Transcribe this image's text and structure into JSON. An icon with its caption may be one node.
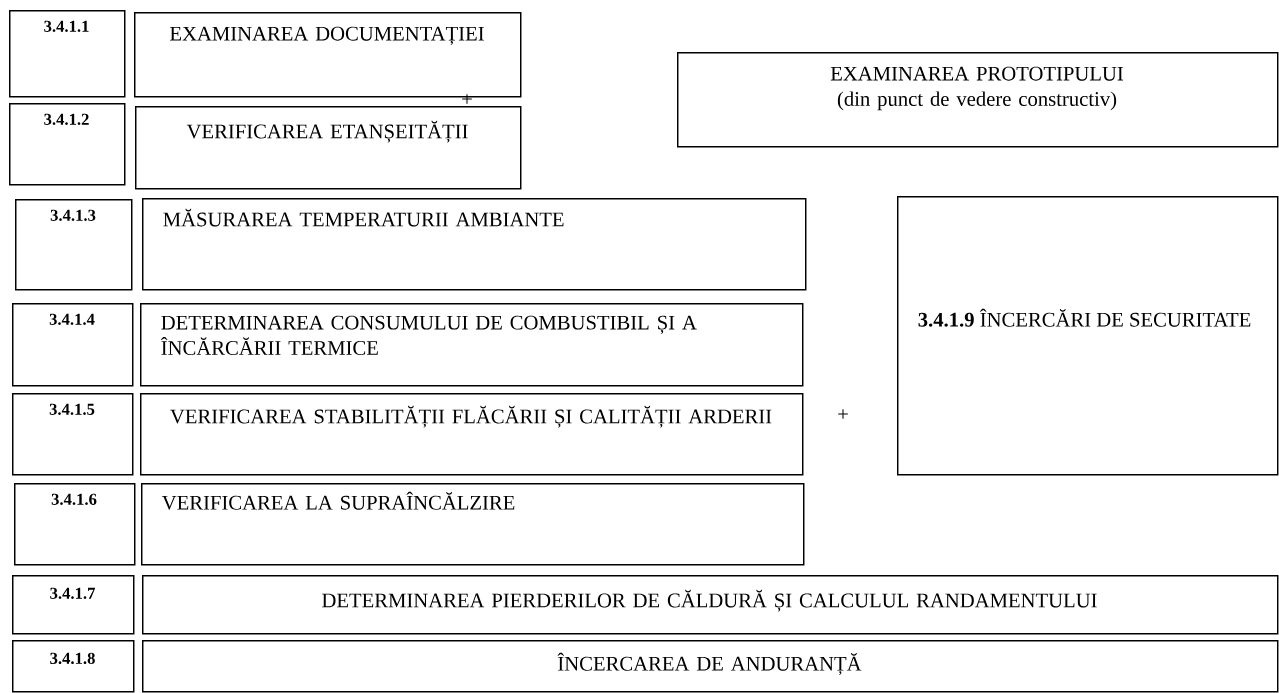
{
  "diagram": {
    "nodes": [
      {
        "text": [
          "3.4.1.1"
        ]
      },
      {
        "text": [
          "EXAMINAREA DOCUMENTAȚIEI"
        ]
      },
      {
        "text": [
          "3.4.1.2"
        ]
      },
      {
        "text": [
          "VERIFICAREA ETANȘEITĂȚII"
        ]
      },
      {
        "text": [
          "EXAMINAREA PROTOTIPULUI",
          "(din punct de vedere constructiv)"
        ]
      },
      {
        "text": [
          "3.4.1.3"
        ]
      },
      {
        "text": [
          "MĂSURAREA TEMPERATURII AMBIANTE"
        ]
      },
      {
        "text": [
          "3.4.1.4"
        ]
      },
      {
        "text": [
          "DETERMINAREA CONSUMULUI DE COMBUSTIBIL ȘI A ÎNCĂRCĂRII TERMICE"
        ]
      },
      {
        "text": [
          "3.4.1.5"
        ]
      },
      {
        "text": [
          "VERIFICAREA STABILITĂȚII FLĂCĂRII ȘI CALITĂȚII ARDERII"
        ]
      },
      {
        "text": [
          "3.4.1.6"
        ]
      },
      {
        "text": [
          "VERIFICAREA LA SUPRAÎNCĂLZIRE"
        ]
      },
      {
        "text": [
          "**3.4.1.9** ÎNCERCĂRI DE SECURITATE"
        ]
      },
      {
        "text": [
          "3.4.1.7"
        ]
      },
      {
        "text": [
          "DETERMINAREA PIERDERILOR DE CĂLDURĂ ȘI CALCULUL RANDAMENTULUI"
        ]
      },
      {
        "text": [
          "3.4.1.8"
        ]
      },
      {
        "text": [
          "ÎNCERCAREA DE ANDURANȚĂ"
        ]
      }
    ],
    "labels": [
      "+",
      "+"
    ]
  }
}
